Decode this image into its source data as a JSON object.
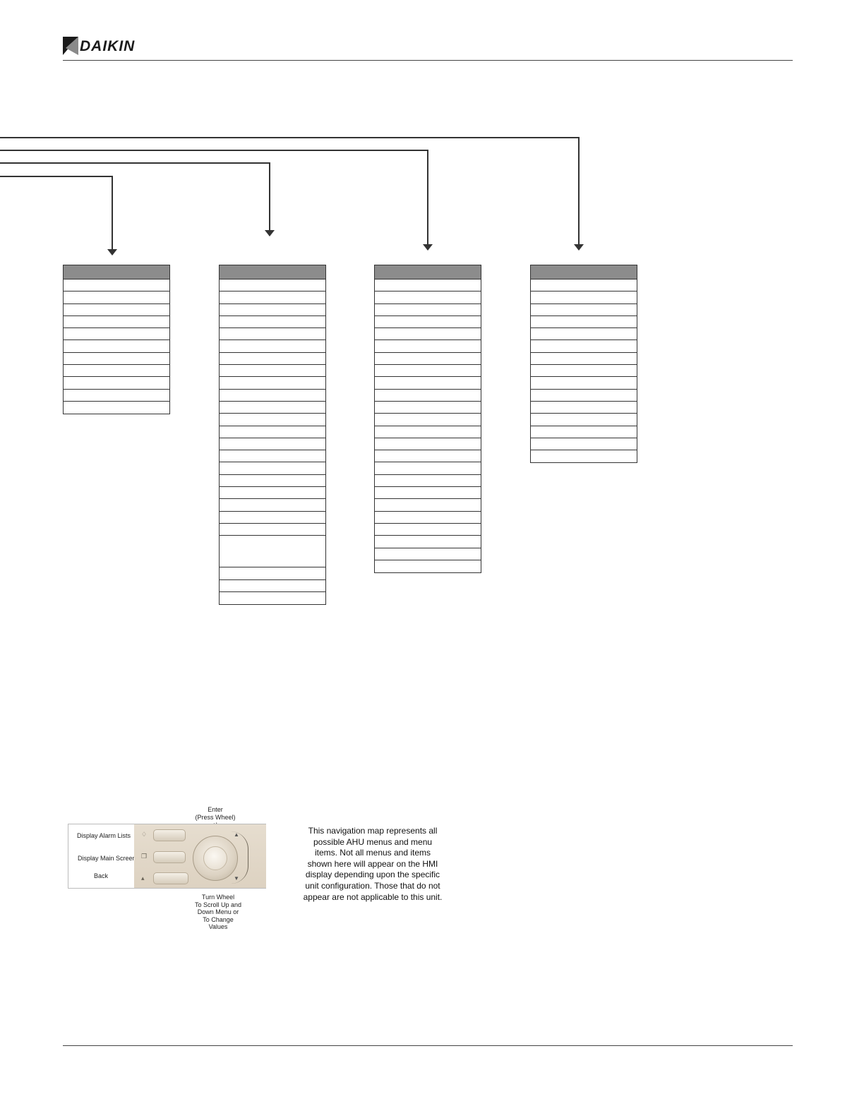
{
  "header": {
    "brand": "DAIKIN",
    "logo_icon": "daikin-delta-logo-icon"
  },
  "menu_columns": [
    {
      "id": "col-1",
      "row_count": 11
    },
    {
      "id": "col-2",
      "row_count": 25,
      "tall_row_index": 21
    },
    {
      "id": "col-3",
      "row_count": 24
    },
    {
      "id": "col-4",
      "row_count": 15
    }
  ],
  "keypad": {
    "enter_label": "Enter",
    "enter_hint": "(Press Wheel)",
    "alarm_label": "Display Alarm Lists",
    "main_screen_label": "Display Main Screen",
    "back_label": "Back",
    "wheel_caption": [
      "Turn Wheel",
      "To Scroll Up and",
      "Down Menu or",
      "To Change",
      "Values"
    ],
    "icons": {
      "enter": "enter-arrow-icon",
      "alarm": "bell-icon",
      "main": "home-screen-icon",
      "back": "back-arrow-icon"
    }
  },
  "note_text": "This navigation map represents all possible AHU menus and menu items.  Not all menus and items shown here will appear on the HMI display depending upon the specific unit configuration.  Those that do not appear are not applicable to this unit."
}
